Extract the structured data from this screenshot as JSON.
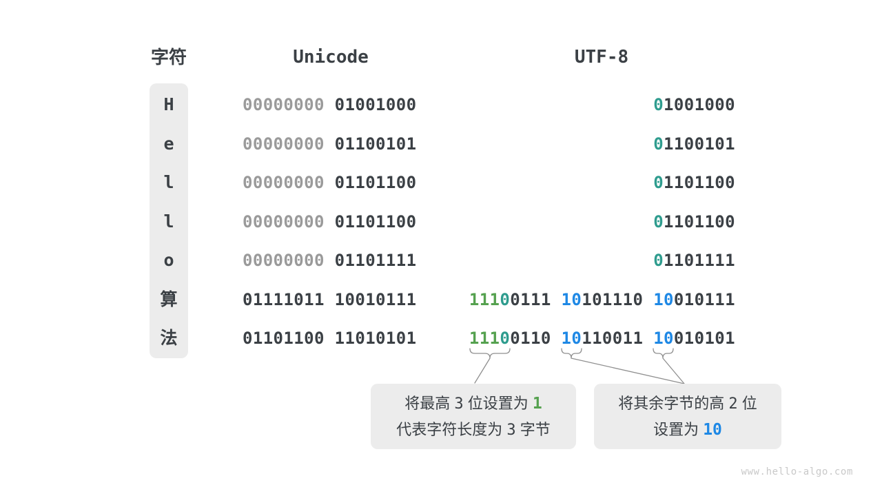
{
  "colors": {
    "dark": "#3b4045",
    "gray": "#9a9a9a",
    "green": "#55a14f",
    "teal": "#2e9c8e",
    "blue": "#1e88e5",
    "text": "#3b4045",
    "panelbg": "#ececec",
    "line": "#8f8f8f",
    "watermark": "#c9c9c9"
  },
  "header": {
    "char_label": "字符",
    "unicode_label": "Unicode",
    "utf8_label": "UTF-8"
  },
  "table": {
    "rows": [
      {
        "char": "H",
        "unicode": [
          {
            "t": "00000000",
            "c": "gray"
          },
          {
            "t": " 01001000",
            "c": "dark"
          }
        ],
        "utf8": [
          {
            "t": "0",
            "c": "teal"
          },
          {
            "t": "1001000",
            "c": "dark"
          }
        ]
      },
      {
        "char": "e",
        "unicode": [
          {
            "t": "00000000",
            "c": "gray"
          },
          {
            "t": " 01100101",
            "c": "dark"
          }
        ],
        "utf8": [
          {
            "t": "0",
            "c": "teal"
          },
          {
            "t": "1100101",
            "c": "dark"
          }
        ]
      },
      {
        "char": "l",
        "unicode": [
          {
            "t": "00000000",
            "c": "gray"
          },
          {
            "t": " 01101100",
            "c": "dark"
          }
        ],
        "utf8": [
          {
            "t": "0",
            "c": "teal"
          },
          {
            "t": "1101100",
            "c": "dark"
          }
        ]
      },
      {
        "char": "l",
        "unicode": [
          {
            "t": "00000000",
            "c": "gray"
          },
          {
            "t": " 01101100",
            "c": "dark"
          }
        ],
        "utf8": [
          {
            "t": "0",
            "c": "teal"
          },
          {
            "t": "1101100",
            "c": "dark"
          }
        ]
      },
      {
        "char": "o",
        "unicode": [
          {
            "t": "00000000",
            "c": "gray"
          },
          {
            "t": " 01101111",
            "c": "dark"
          }
        ],
        "utf8": [
          {
            "t": "0",
            "c": "teal"
          },
          {
            "t": "1101111",
            "c": "dark"
          }
        ]
      },
      {
        "char": "算",
        "unicode": [
          {
            "t": "01111011 10010111",
            "c": "dark"
          }
        ],
        "utf8": [
          {
            "t": "111",
            "c": "green"
          },
          {
            "t": "0",
            "c": "teal"
          },
          {
            "t": "0111 ",
            "c": "dark"
          },
          {
            "t": "10",
            "c": "blue"
          },
          {
            "t": "101110 ",
            "c": "dark"
          },
          {
            "t": "10",
            "c": "blue"
          },
          {
            "t": "010111",
            "c": "dark"
          }
        ]
      },
      {
        "char": "法",
        "unicode": [
          {
            "t": "01101100 11010101",
            "c": "dark"
          }
        ],
        "utf8": [
          {
            "t": "111",
            "c": "green"
          },
          {
            "t": "0",
            "c": "teal"
          },
          {
            "t": "0110 ",
            "c": "dark"
          },
          {
            "t": "10",
            "c": "blue"
          },
          {
            "t": "110011 ",
            "c": "dark"
          },
          {
            "t": "10",
            "c": "blue"
          },
          {
            "t": "010101",
            "c": "dark"
          }
        ]
      }
    ]
  },
  "callouts": {
    "left": {
      "lines": [
        [
          {
            "t": "将最高 ",
            "c": "text"
          },
          {
            "t": "3",
            "c": "num"
          },
          {
            "t": " 位设置为 ",
            "c": "text"
          },
          {
            "t": "1",
            "c": "green"
          }
        ],
        [
          {
            "t": "代表字符长度为 ",
            "c": "text"
          },
          {
            "t": "3",
            "c": "num"
          },
          {
            "t": " 字节",
            "c": "text"
          }
        ]
      ]
    },
    "right": {
      "lines": [
        [
          {
            "t": "将其余字节的高 ",
            "c": "text"
          },
          {
            "t": "2",
            "c": "num"
          },
          {
            "t": " 位",
            "c": "text"
          }
        ],
        [
          {
            "t": "设置为 ",
            "c": "text"
          },
          {
            "t": "10",
            "c": "blue"
          }
        ]
      ]
    }
  },
  "watermark": "www.hello-algo.com"
}
